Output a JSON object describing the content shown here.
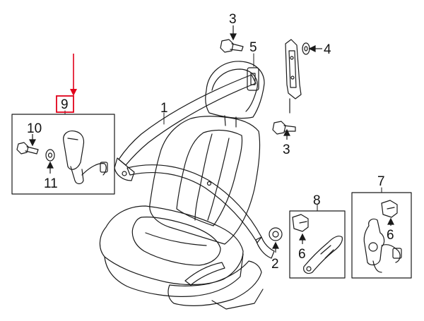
{
  "diagram": {
    "callouts": {
      "c1": "1",
      "c2": "2",
      "c3_top": "3",
      "c3_mid": "3",
      "c4": "4",
      "c5": "5",
      "c6_box8": "6",
      "c6_box7": "6",
      "c7": "7",
      "c8": "8",
      "c9": "9",
      "c10": "10",
      "c11": "11"
    },
    "highlight_color": "#e1001a",
    "line_color": "#1a1a1a"
  }
}
